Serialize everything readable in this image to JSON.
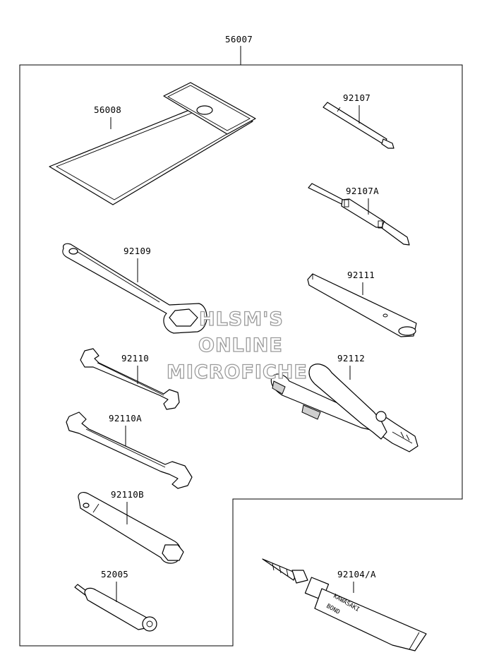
{
  "assembly": {
    "number": "56007"
  },
  "parts": [
    {
      "id": "56008",
      "label": "56008",
      "icon": "tool-pouch-icon"
    },
    {
      "id": "92107",
      "label": "92107",
      "icon": "screwdriver-bit-icon"
    },
    {
      "id": "92107A",
      "label": "92107A",
      "icon": "double-end-screwdriver-icon"
    },
    {
      "id": "92109",
      "label": "92109",
      "icon": "ring-spanner-icon"
    },
    {
      "id": "92111",
      "label": "92111",
      "icon": "screwdriver-handle-icon"
    },
    {
      "id": "92110",
      "label": "92110",
      "icon": "open-end-wrench-icon"
    },
    {
      "id": "92112",
      "label": "92112",
      "icon": "pliers-icon"
    },
    {
      "id": "92110A",
      "label": "92110A",
      "icon": "open-end-wrench-large-icon"
    },
    {
      "id": "92110B",
      "label": "92110B",
      "icon": "spark-plug-wrench-icon"
    },
    {
      "id": "52005",
      "label": "52005",
      "icon": "spoke-wrench-icon"
    },
    {
      "id": "92104A",
      "label": "92104/A",
      "icon": "bond-tube-icon"
    }
  ],
  "tube_print": {
    "line1": "KAWASAKI",
    "line2": "BOND"
  },
  "watermark": {
    "line1": "HLSM'S",
    "line2": "ONLINE",
    "line3": "MICROFICHE"
  }
}
